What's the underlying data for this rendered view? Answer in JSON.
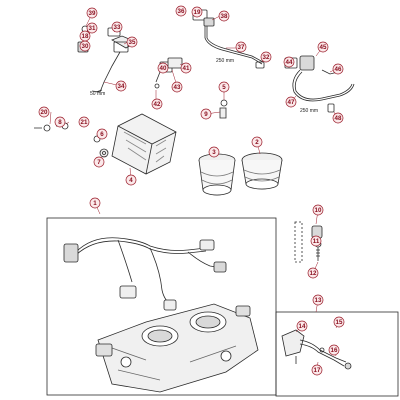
{
  "diagram": {
    "colors": {
      "callout_fill": "#fbe9ea",
      "callout_stroke": "#9b1c2a",
      "callout_text": "#8a1020",
      "part_stroke": "#2b2b2b",
      "part_fill": "#ffffff",
      "shade": "#d9d9d9"
    },
    "callouts": {
      "c1": "39",
      "c2": "31",
      "c3": "30",
      "c4": "33",
      "c5": "35",
      "c6": "34",
      "c7": "36",
      "c8": "38",
      "c9": "37",
      "c10": "32",
      "c11": "40",
      "c12": "41",
      "c13": "42",
      "c14": "43",
      "c15": "44",
      "c16": "45",
      "c17": "46",
      "c18": "47",
      "c19": "48",
      "c20": "20",
      "c21": "21",
      "c22": "6",
      "c23": "7",
      "c24": "1",
      "c25": "4",
      "c26": "3",
      "c27": "2",
      "c28": "5",
      "c29": "9",
      "c30": "8",
      "c31": "10",
      "c32": "11",
      "c33": "12",
      "c34": "13",
      "c35": "14",
      "c36": "15",
      "c37": "16",
      "c38": "17",
      "c39": "18",
      "c40": "19"
    },
    "dimensions": {
      "d1": "250 mm",
      "d2": "250 mm",
      "d3": "50 mm"
    }
  }
}
